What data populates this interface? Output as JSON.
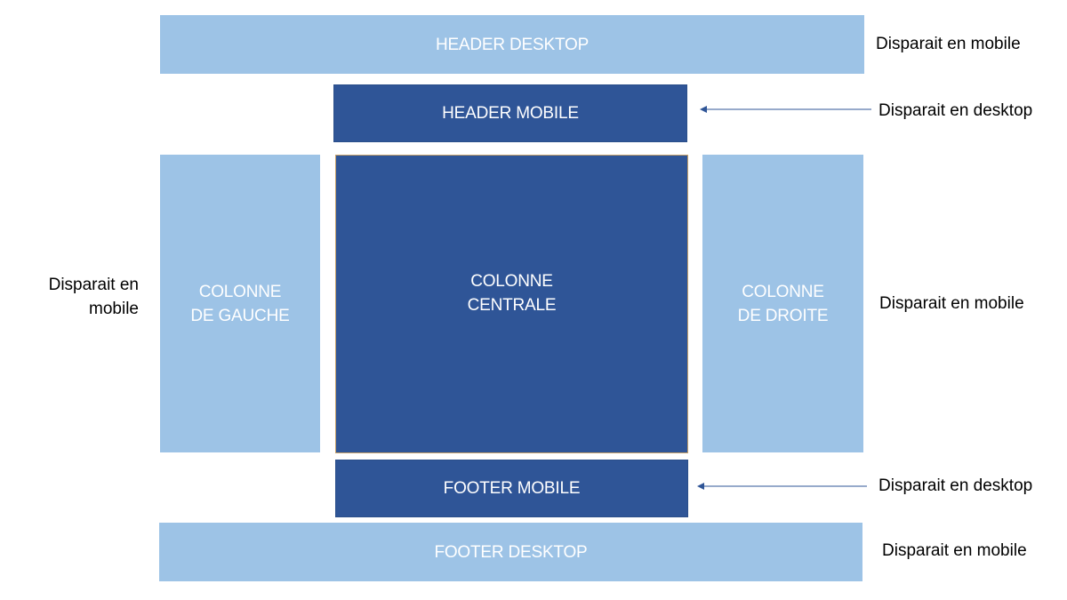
{
  "diagram": {
    "header_desktop": "HEADER DESKTOP",
    "header_mobile": "HEADER MOBILE",
    "left_column": "COLONNE\nDE GAUCHE",
    "center_column": "COLONNE\nCENTRALE",
    "right_column": "COLONNE\nDE DROITE",
    "footer_mobile": "FOOTER MOBILE",
    "footer_desktop": "FOOTER DESKTOP"
  },
  "annotations": {
    "header_desktop_note": "Disparait en mobile",
    "header_mobile_note": "Disparait en desktop",
    "left_column_note": "Disparait en\nmobile",
    "right_column_note": "Disparait en mobile",
    "footer_mobile_note": "Disparait en desktop",
    "footer_desktop_note": "Disparait en mobile"
  },
  "colors": {
    "desktop_block": "#9dc3e6",
    "mobile_block": "#2f5597",
    "arrow": "#2f5597"
  }
}
